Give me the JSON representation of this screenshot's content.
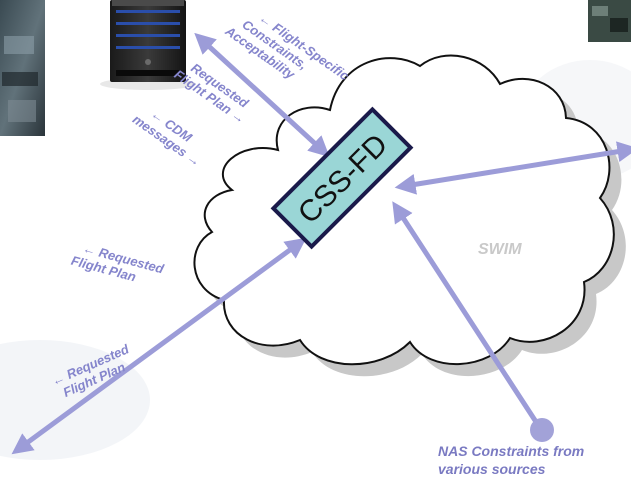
{
  "diagram": {
    "center_node": "CSS-FD",
    "cloud_label": "SWIM",
    "labels": {
      "flight_specific": [
        "← Flight-Specific",
        "Constraints,",
        "Acceptability"
      ],
      "requested_top": [
        "Requested",
        "Flight Plan →"
      ],
      "cdm": [
        "← CDM",
        "messages →"
      ],
      "requested_left_1": [
        "← Requested",
        "Flight Plan"
      ],
      "requested_left_2": [
        "← Requested",
        "Flight Plan"
      ],
      "nas": [
        "NAS Constraints from",
        "various sources"
      ]
    },
    "colors": {
      "arrow": "#9c9cd8",
      "label": "#8585cc",
      "box_fill": "#9ad6d6",
      "box_border": "#1a1a4a",
      "cloud_shadow": "#c8c8c8"
    }
  }
}
